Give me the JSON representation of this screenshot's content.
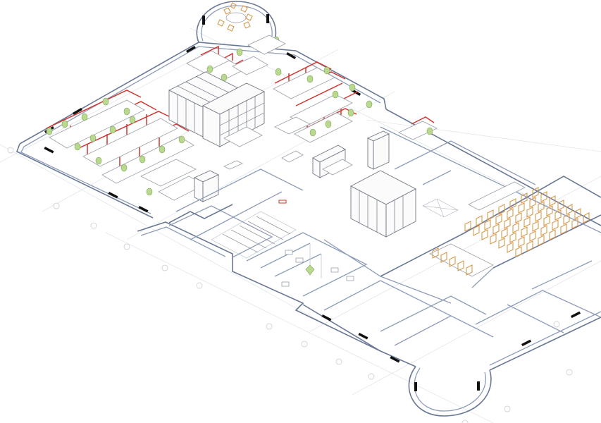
{
  "drawing": {
    "palette": {
      "wall": "#8e9cb8",
      "partition": "#d0362f",
      "chair_office": "#b9d98f",
      "chair_auditorium": "#d89a4e",
      "window": "#111111",
      "cabinet": "#707683"
    },
    "zones": [
      "round-meeting-room",
      "open-office-north",
      "open-office-west",
      "open-office-east",
      "storage-cabinets",
      "central-stair",
      "restrooms",
      "auditorium",
      "empty-rooms-south",
      "round-lobby-south"
    ]
  }
}
